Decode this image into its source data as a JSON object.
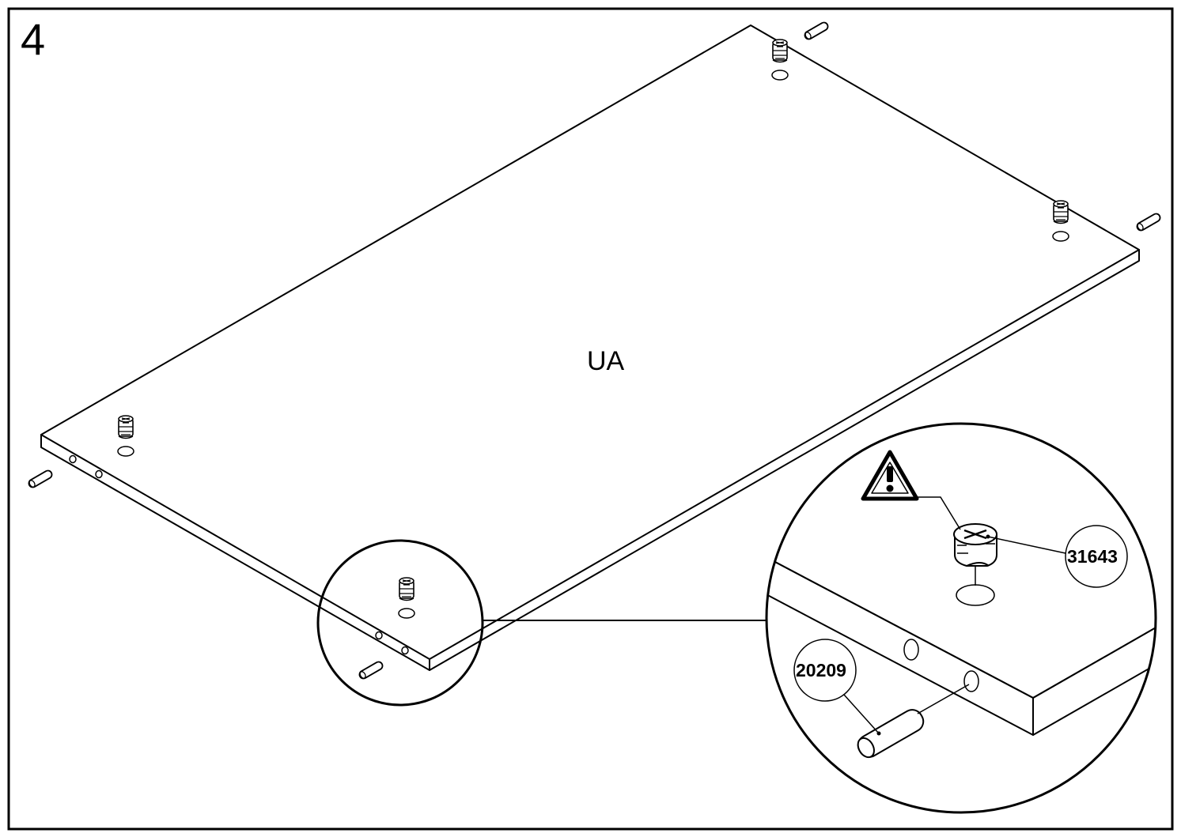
{
  "step": {
    "number": "4"
  },
  "panel": {
    "label": "UA"
  },
  "parts": [
    {
      "code": "31643",
      "icon": "cam-lock-nut-icon"
    },
    {
      "code": "20209",
      "icon": "wooden-dowel-icon"
    }
  ],
  "warning": {
    "icon": "warning-triangle-icon"
  },
  "colors": {
    "ink": "#000000",
    "paper": "#ffffff"
  }
}
